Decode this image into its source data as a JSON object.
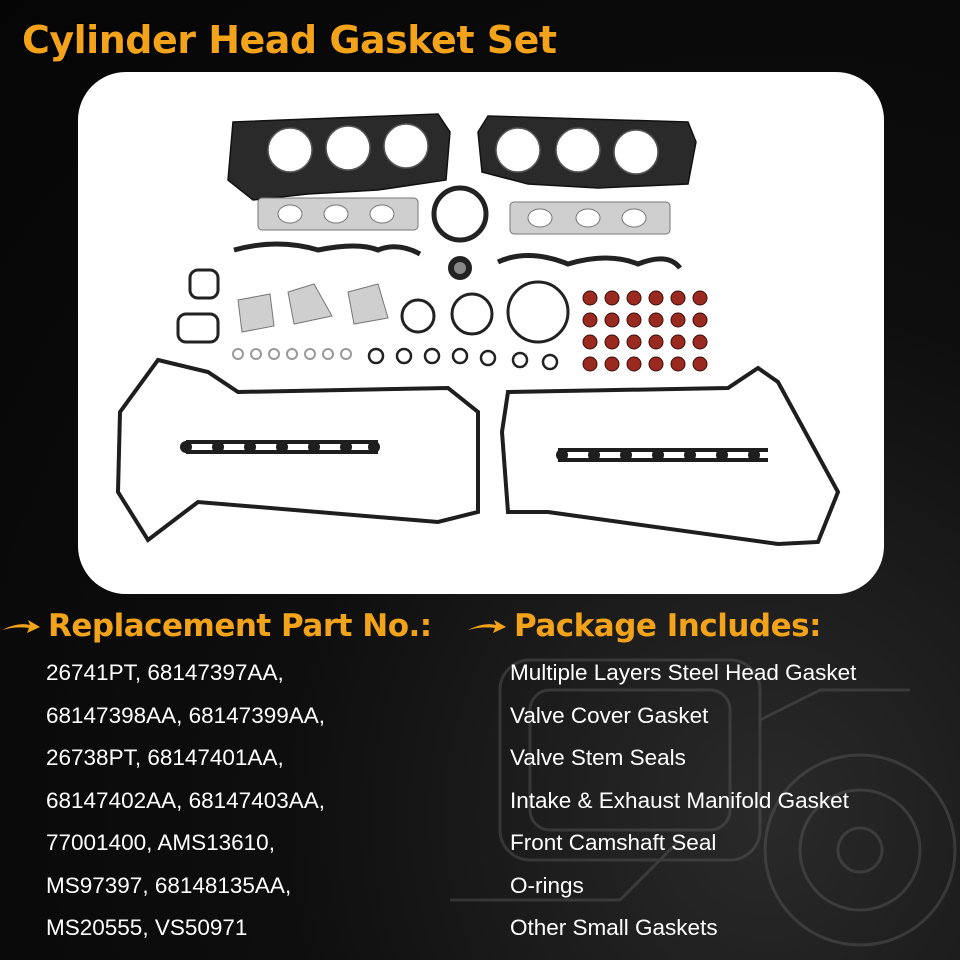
{
  "title": "Cylinder Head Gasket Set",
  "replacement": {
    "heading": "Replacement Part No.:",
    "lines": [
      "26741PT, 68147397AA,",
      "68147398AA, 68147399AA,",
      "26738PT, 68147401AA,",
      "68147402AA, 68147403AA,",
      "77001400, AMS13610,",
      "MS97397, 68148135AA,",
      "MS20555, VS50971"
    ]
  },
  "package": {
    "heading": "Package Includes:",
    "items": [
      "Multiple Layers Steel Head Gasket",
      "Valve Cover Gasket",
      "Valve Stem Seals",
      "Intake & Exhaust Manifold Gasket",
      "Front Camshaft Seal",
      "O-rings",
      "Other Small Gaskets"
    ]
  },
  "colors": {
    "accent": "#f2a31a",
    "background": "#0a0a0a",
    "text": "#ffffff",
    "panel": "#ffffff",
    "seal_red": "#9a2a1f"
  },
  "icons": {
    "heading_arrow": "orange-swoosh-arrow-icon"
  }
}
